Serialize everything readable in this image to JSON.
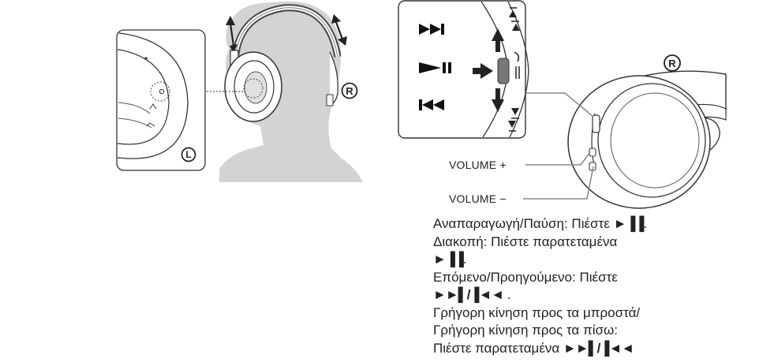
{
  "labels": {
    "right_marker": "R",
    "left_marker": "L",
    "right_marker_inset": "R",
    "volume_plus": "VOLUME +",
    "volume_minus": "VOLUME −"
  },
  "switch_symbols": {
    "next": "►►▌",
    "play_pause": "►▐▐",
    "previous": "▐◄◄"
  },
  "instructions": [
    {
      "text": "Αναπαραγωγή/Παύση: Πιέστε ",
      "symbol": "►▐▐",
      "suffix": "."
    },
    {
      "text": "Διακοπή: Πιέστε παρατεταμένα",
      "symbol": "",
      "suffix": ""
    },
    {
      "text": "",
      "symbol": "►▐▐",
      "suffix": "."
    },
    {
      "text": "Επόμενο/Προηγούμενο: Πιέστε",
      "symbol": "",
      "suffix": ""
    },
    {
      "text": "",
      "symbol": "►►▌/▐◄◄",
      "suffix": " ."
    },
    {
      "text": "Γρήγορη κίνηση προς τα μπροστά/",
      "symbol": "",
      "suffix": ""
    },
    {
      "text": "Γρήγορη κίνηση προς τα πίσω:",
      "symbol": "",
      "suffix": ""
    },
    {
      "text": "Πιέστε παρατεταμένα ",
      "symbol": "►►▌/▐◄◄",
      "suffix": ""
    }
  ]
}
